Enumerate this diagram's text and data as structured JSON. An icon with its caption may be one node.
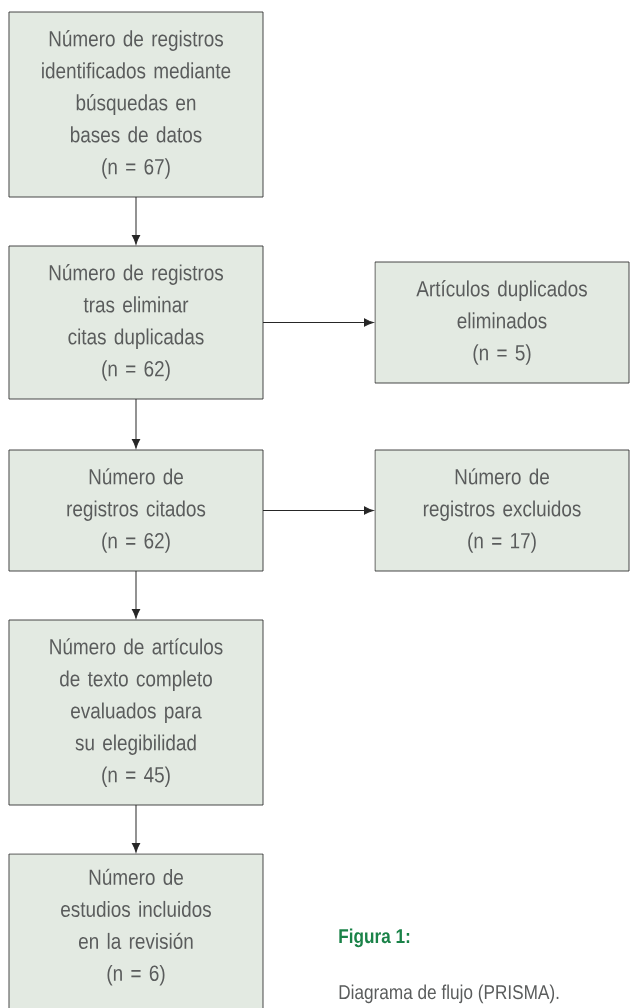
{
  "diagram": {
    "title": "Figura 1:",
    "caption": "Diagrama de flujo (PRISMA).",
    "nodes": [
      {
        "text": [
          "Número de registros identificados mediante búsquedas en bases de datos",
          "(n = 67)"
        ]
      },
      {
        "text": [
          "Número de registros tras eliminar citas duplicadas",
          "(n = 62)"
        ]
      },
      {
        "text": [
          "Número de registros citados",
          "(n = 62)"
        ]
      },
      {
        "text": [
          "Número de artículos de texto completo evaluados para su elegibilidad",
          "(n = 45)"
        ]
      },
      {
        "text": [
          "Número de estudios incluidos en la revisión",
          "(n = 6)"
        ]
      },
      {
        "text": [
          "Artículos duplicados eliminados",
          "(n = 5)"
        ]
      },
      {
        "text": [
          "Número de registros excluidos",
          "(n = 17)"
        ]
      }
    ],
    "edges": [
      {
        "from": 0,
        "to": 1,
        "arrow": "to"
      },
      {
        "from": 1,
        "to": 5,
        "arrow": "to"
      },
      {
        "from": 1,
        "to": 2,
        "arrow": "to"
      },
      {
        "from": 2,
        "to": 6,
        "arrow": "to"
      },
      {
        "from": 2,
        "to": 3,
        "arrow": "to"
      },
      {
        "from": 3,
        "to": 4,
        "arrow": "to"
      }
    ]
  }
}
